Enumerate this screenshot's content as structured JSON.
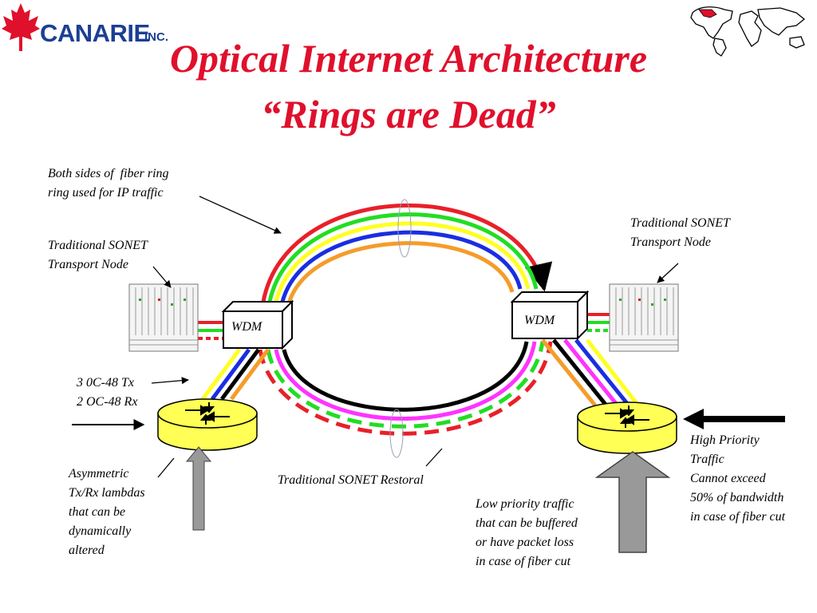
{
  "logo": {
    "name": "CANARIE",
    "suffix": "INC."
  },
  "title": {
    "line1": "Optical Internet Architecture",
    "line2": "“Rings are Dead”"
  },
  "nodes": {
    "wdm_left": "WDM",
    "wdm_right": "WDM"
  },
  "annotations": {
    "fiber_ring": "Both sides of  fiber ring\nring used for IP traffic",
    "sonet_left": "Traditional SONET\nTransport Node",
    "sonet_right": "Traditional SONET\nTransport Node",
    "oc48": "3 0C-48 Tx\n2 OC-48 Rx",
    "asymmetric": "Asymmetric\nTx/Rx lambdas\nthat can be\ndynamically\naltered",
    "restoral": "Traditional SONET Restoral",
    "low_priority": "Low priority traffic\nthat can be buffered\nor have packet loss\nin case of fiber cut",
    "high_priority": "High Priority\nTraffic\nCannot exceed\n50% of bandwidth\nin case of fiber cut"
  },
  "colors": {
    "title": "#e0102c",
    "lambda_red": "#e8202a",
    "lambda_green": "#22dd22",
    "lambda_yellow": "#ffff22",
    "lambda_blue": "#1a2ee0",
    "lambda_orange": "#f59c2a",
    "lambda_magenta": "#ff33ff",
    "router": "#ffff55",
    "traffic_arrow": "#999999"
  },
  "icons": {
    "logo_leaf": "maple-leaf-icon",
    "world_map": "world-map-icon",
    "router": "router-icon",
    "sonet_node": "sonet-shelf-icon"
  }
}
